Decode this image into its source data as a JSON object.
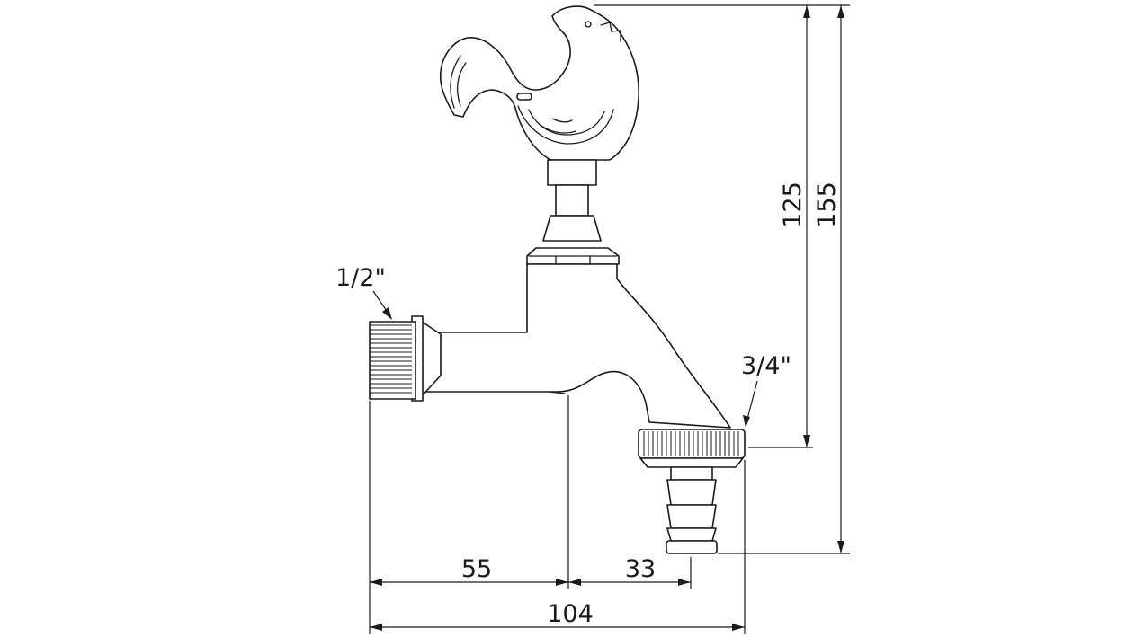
{
  "dimensions": {
    "inlet_thread": "1/2\"",
    "outlet_thread": "3/4\"",
    "inlet_to_spout_axis": "55",
    "spout_axis_to_hose_tip": "33",
    "total_length": "104",
    "height_to_outlet": "125",
    "total_height": "155"
  },
  "colors": {
    "line": "#1a1a1a",
    "background": "#ffffff"
  }
}
